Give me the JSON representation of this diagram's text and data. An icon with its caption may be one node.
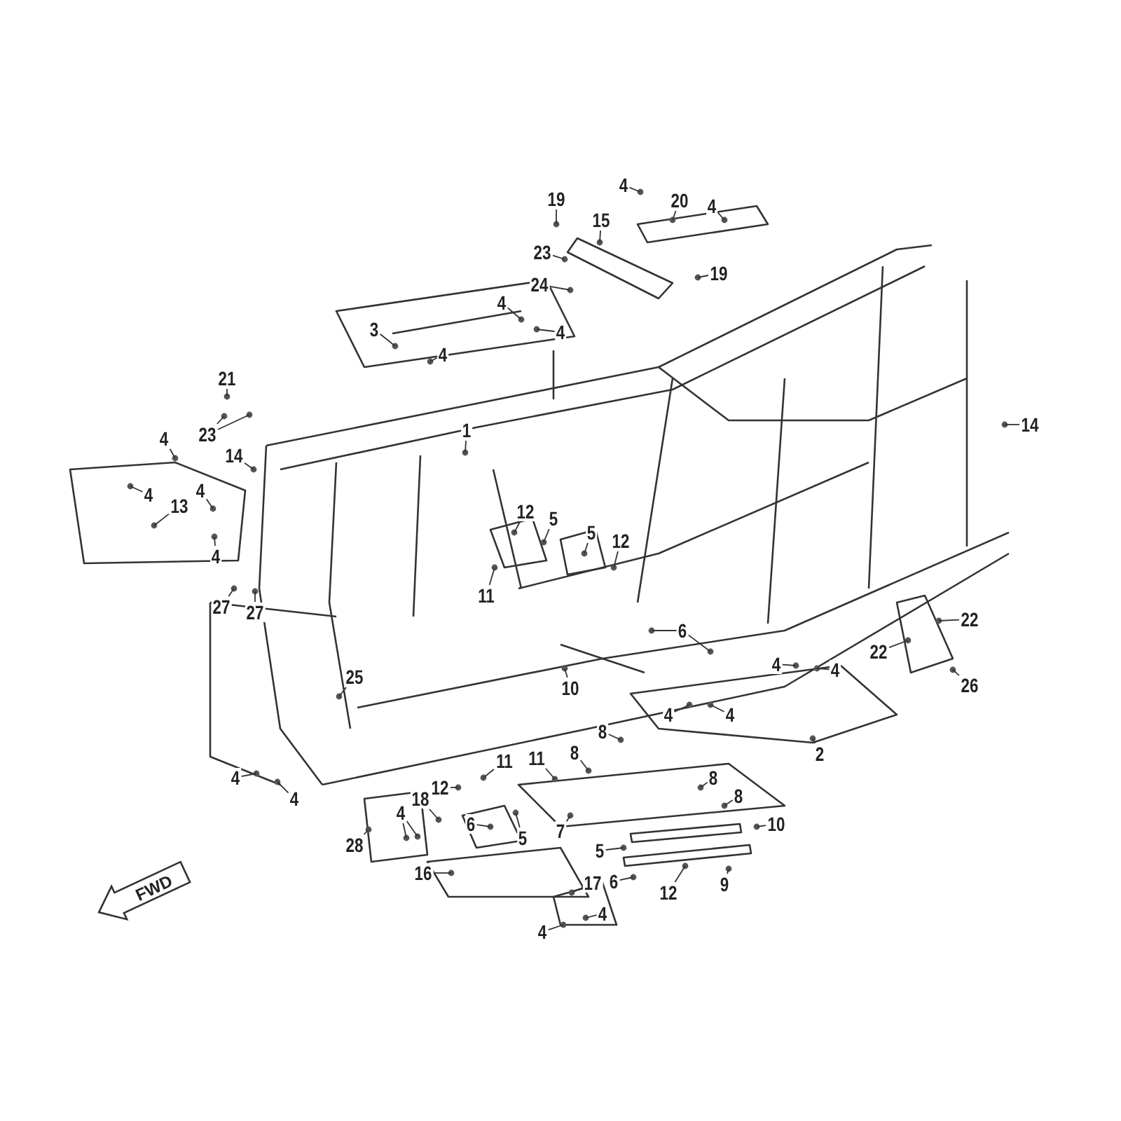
{
  "diagram": {
    "nodes": [
      {
        "text": [
          "4"
        ]
      },
      {
        "text": [
          "20"
        ]
      },
      {
        "text": [
          "4"
        ]
      },
      {
        "text": [
          "19"
        ]
      },
      {
        "text": [
          "15"
        ]
      },
      {
        "text": [
          "23"
        ]
      },
      {
        "text": [
          "19"
        ]
      },
      {
        "text": [
          "24"
        ]
      },
      {
        "text": [
          "4"
        ]
      },
      {
        "text": [
          "4"
        ]
      },
      {
        "text": [
          "3"
        ]
      },
      {
        "text": [
          "4"
        ]
      },
      {
        "text": [
          "21"
        ]
      },
      {
        "text": [
          "1"
        ]
      },
      {
        "text": [
          "14"
        ]
      },
      {
        "text": [
          "23"
        ]
      },
      {
        "text": [
          "4"
        ]
      },
      {
        "text": [
          "14"
        ]
      },
      {
        "text": [
          "4"
        ]
      },
      {
        "text": [
          "4"
        ]
      },
      {
        "text": [
          "13"
        ]
      },
      {
        "text": [
          "12"
        ]
      },
      {
        "text": [
          "5"
        ]
      },
      {
        "text": [
          "5"
        ]
      },
      {
        "text": [
          "12"
        ]
      },
      {
        "text": [
          "4"
        ]
      },
      {
        "text": [
          "11"
        ]
      },
      {
        "text": [
          "27"
        ]
      },
      {
        "text": [
          "27"
        ]
      },
      {
        "text": [
          "22"
        ]
      },
      {
        "text": [
          "6"
        ]
      },
      {
        "text": [
          "22"
        ]
      },
      {
        "text": [
          "4"
        ]
      },
      {
        "text": [
          "4"
        ]
      },
      {
        "text": [
          "25"
        ]
      },
      {
        "text": [
          "26"
        ]
      },
      {
        "text": [
          "10"
        ]
      },
      {
        "text": [
          "4"
        ]
      },
      {
        "text": [
          "4"
        ]
      },
      {
        "text": [
          "8"
        ]
      },
      {
        "text": [
          "2"
        ]
      },
      {
        "text": [
          "8"
        ]
      },
      {
        "text": [
          "11"
        ]
      },
      {
        "text": [
          "11"
        ]
      },
      {
        "text": [
          "4"
        ]
      },
      {
        "text": [
          "8"
        ]
      },
      {
        "text": [
          "12"
        ]
      },
      {
        "text": [
          "4"
        ]
      },
      {
        "text": [
          "18"
        ]
      },
      {
        "text": [
          "8"
        ]
      },
      {
        "text": [
          "4"
        ]
      },
      {
        "text": [
          "10"
        ]
      },
      {
        "text": [
          "6"
        ]
      },
      {
        "text": [
          "7"
        ]
      },
      {
        "text": [
          "5"
        ]
      },
      {
        "text": [
          "28"
        ]
      },
      {
        "text": [
          "5"
        ]
      },
      {
        "text": [
          "16"
        ]
      },
      {
        "text": [
          "6"
        ]
      },
      {
        "text": [
          "9"
        ]
      },
      {
        "text": [
          "17"
        ]
      },
      {
        "text": [
          "12"
        ]
      },
      {
        "text": [
          "4"
        ]
      },
      {
        "text": [
          "4"
        ]
      }
    ],
    "edges": [
      {
        "from": 0,
        "to": null,
        "arrow": "none"
      },
      {
        "from": 1,
        "to": null,
        "arrow": "none"
      },
      {
        "from": 2,
        "to": null,
        "arrow": "none"
      },
      {
        "from": 3,
        "to": null,
        "arrow": "none"
      },
      {
        "from": 4,
        "to": null,
        "arrow": "none"
      },
      {
        "from": 5,
        "to": null,
        "arrow": "none"
      },
      {
        "from": 6,
        "to": null,
        "arrow": "none"
      },
      {
        "from": 7,
        "to": null,
        "arrow": "none"
      },
      {
        "from": 8,
        "to": null,
        "arrow": "none"
      },
      {
        "from": 9,
        "to": null,
        "arrow": "none"
      },
      {
        "from": 10,
        "to": null,
        "arrow": "none"
      },
      {
        "from": 11,
        "to": null,
        "arrow": "none"
      },
      {
        "from": 12,
        "to": null,
        "arrow": "none"
      },
      {
        "from": 13,
        "to": null,
        "arrow": "none"
      },
      {
        "from": 14,
        "to": null,
        "arrow": "none"
      },
      {
        "from": 15,
        "to": null,
        "arrow": "none"
      },
      {
        "from": 15,
        "to": null,
        "arrow": "none"
      },
      {
        "from": 16,
        "to": null,
        "arrow": "none"
      },
      {
        "from": 17,
        "to": null,
        "arrow": "none"
      },
      {
        "from": 18,
        "to": null,
        "arrow": "none"
      },
      {
        "from": 19,
        "to": null,
        "arrow": "none"
      },
      {
        "from": 20,
        "to": null,
        "arrow": "none"
      },
      {
        "from": 21,
        "to": null,
        "arrow": "none"
      },
      {
        "from": 22,
        "to": null,
        "arrow": "none"
      },
      {
        "from": 23,
        "to": null,
        "arrow": "none"
      },
      {
        "from": 24,
        "to": null,
        "arrow": "none"
      },
      {
        "from": 25,
        "to": null,
        "arrow": "none"
      },
      {
        "from": 26,
        "to": null,
        "arrow": "none"
      },
      {
        "from": 27,
        "to": null,
        "arrow": "none"
      },
      {
        "from": 28,
        "to": null,
        "arrow": "none"
      },
      {
        "from": 29,
        "to": null,
        "arrow": "none"
      },
      {
        "from": 30,
        "to": null,
        "arrow": "none"
      },
      {
        "from": 30,
        "to": null,
        "arrow": "none"
      },
      {
        "from": 31,
        "to": null,
        "arrow": "none"
      },
      {
        "from": 32,
        "to": null,
        "arrow": "none"
      },
      {
        "from": 33,
        "to": null,
        "arrow": "none"
      },
      {
        "from": 34,
        "to": null,
        "arrow": "none"
      },
      {
        "from": 35,
        "to": null,
        "arrow": "none"
      },
      {
        "from": 36,
        "to": null,
        "arrow": "none"
      },
      {
        "from": 37,
        "to": null,
        "arrow": "none"
      },
      {
        "from": 38,
        "to": null,
        "arrow": "none"
      },
      {
        "from": 39,
        "to": null,
        "arrow": "none"
      },
      {
        "from": 40,
        "to": null,
        "arrow": "none"
      },
      {
        "from": 41,
        "to": null,
        "arrow": "none"
      },
      {
        "from": 42,
        "to": null,
        "arrow": "none"
      },
      {
        "from": 43,
        "to": null,
        "arrow": "none"
      },
      {
        "from": 44,
        "to": null,
        "arrow": "none"
      },
      {
        "from": 45,
        "to": null,
        "arrow": "none"
      },
      {
        "from": 46,
        "to": null,
        "arrow": "none"
      },
      {
        "from": 47,
        "to": null,
        "arrow": "none"
      },
      {
        "from": 48,
        "to": null,
        "arrow": "none"
      },
      {
        "from": 49,
        "to": null,
        "arrow": "none"
      },
      {
        "from": 50,
        "to": null,
        "arrow": "none"
      },
      {
        "from": 50,
        "to": null,
        "arrow": "none"
      },
      {
        "from": 51,
        "to": null,
        "arrow": "none"
      },
      {
        "from": 52,
        "to": null,
        "arrow": "none"
      },
      {
        "from": 53,
        "to": null,
        "arrow": "none"
      },
      {
        "from": 54,
        "to": null,
        "arrow": "none"
      },
      {
        "from": 55,
        "to": null,
        "arrow": "none"
      },
      {
        "from": 56,
        "to": null,
        "arrow": "none"
      },
      {
        "from": 57,
        "to": null,
        "arrow": "none"
      },
      {
        "from": 58,
        "to": null,
        "arrow": "none"
      },
      {
        "from": 59,
        "to": null,
        "arrow": "none"
      },
      {
        "from": 60,
        "to": null,
        "arrow": "none"
      },
      {
        "from": 61,
        "to": null,
        "arrow": "none"
      },
      {
        "from": 62,
        "to": null,
        "arrow": "none"
      },
      {
        "from": 63,
        "to": null,
        "arrow": "none"
      }
    ],
    "labels": [
      "FWD"
    ]
  }
}
